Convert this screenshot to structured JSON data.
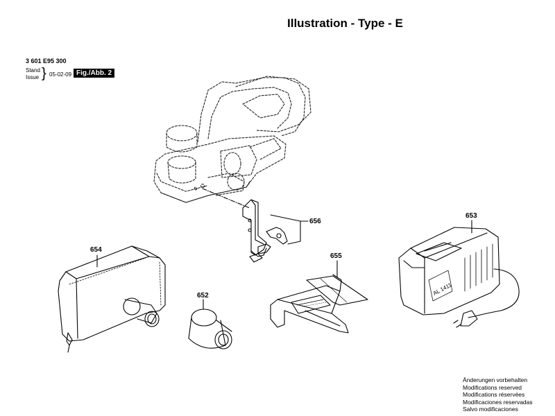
{
  "header": {
    "title": "Illustration - Type - E",
    "part_number": "3 601 E95 300",
    "stand_label": "Stand",
    "issue_label": "Issue",
    "issue_date": "05-02-09",
    "figure_label": "Fig./Abb. 2"
  },
  "callouts": {
    "c656": "656",
    "c654": "654",
    "c655": "655",
    "c653": "653",
    "c652": "652"
  },
  "notes": [
    "Änderungen vorbehalten",
    "Modifications reserved",
    "Modifications réservées",
    "Modificaciones reservadas",
    "Salvo modificaciones"
  ]
}
